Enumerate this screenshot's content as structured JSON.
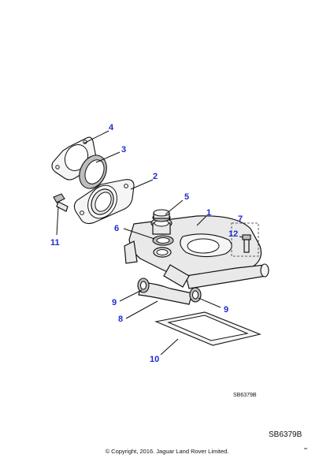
{
  "diagram": {
    "callouts": [
      {
        "id": "c4",
        "label": "4"
      },
      {
        "id": "c3",
        "label": "3"
      },
      {
        "id": "c2",
        "label": "2"
      },
      {
        "id": "c5",
        "label": "5"
      },
      {
        "id": "c1",
        "label": "1"
      },
      {
        "id": "c6",
        "label": "6"
      },
      {
        "id": "c7",
        "label": "7"
      },
      {
        "id": "c12",
        "label": "12"
      },
      {
        "id": "c11",
        "label": "11"
      },
      {
        "id": "c9a",
        "label": "9"
      },
      {
        "id": "c9b",
        "label": "9"
      },
      {
        "id": "c8",
        "label": "8"
      },
      {
        "id": "c10",
        "label": "10"
      }
    ],
    "drawing_code_small": "SB6379B"
  },
  "footer": {
    "drawing_code": "SB6379B",
    "copyright": "© Copyright, 2016. Jaguar Land Rover Limited."
  }
}
